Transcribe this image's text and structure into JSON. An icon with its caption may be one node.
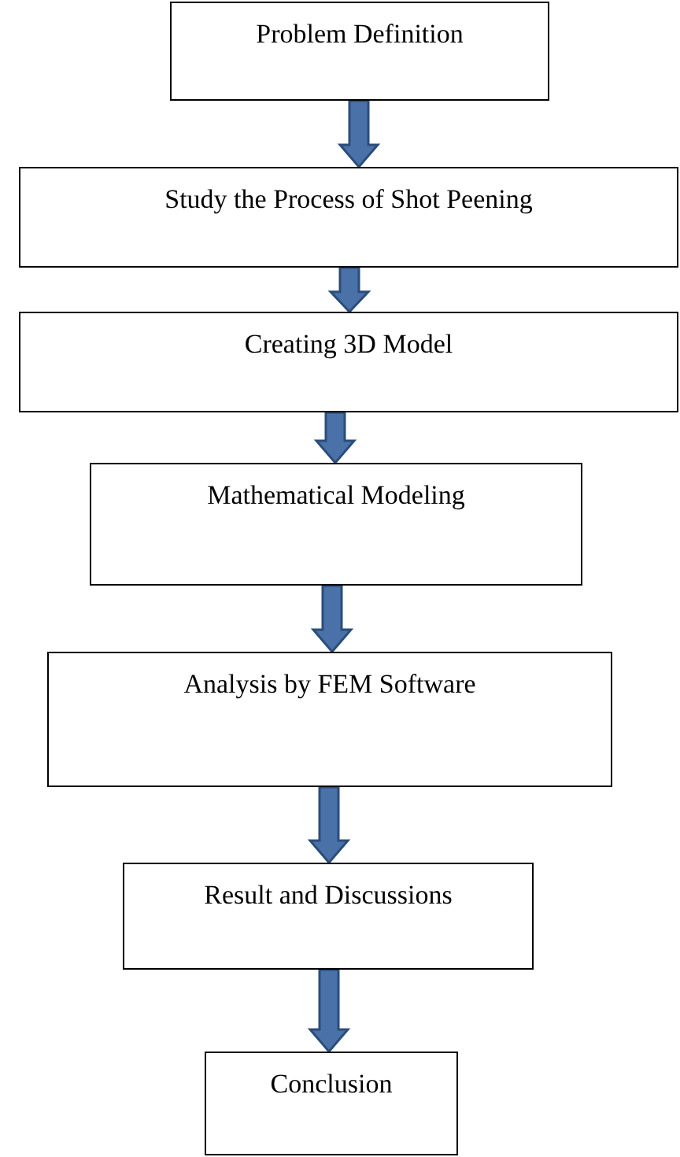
{
  "diagram": {
    "nodes": [
      {
        "text": [
          "Problem Definition"
        ]
      },
      {
        "text": [
          "Study the Process of Shot Peening"
        ]
      },
      {
        "text": [
          "Creating 3D Model"
        ]
      },
      {
        "text": [
          "Mathematical Modeling"
        ]
      },
      {
        "text": [
          "Analysis by FEM Software"
        ]
      },
      {
        "text": [
          "Result and Discussions"
        ]
      },
      {
        "text": [
          "Conclusion"
        ]
      }
    ],
    "edges": [
      {
        "from": 0,
        "to": 1,
        "arrow": "to",
        "style": "thick"
      },
      {
        "from": 1,
        "to": 2,
        "arrow": "to",
        "style": "thick"
      },
      {
        "from": 2,
        "to": 3,
        "arrow": "to",
        "style": "thick"
      },
      {
        "from": 3,
        "to": 4,
        "arrow": "to",
        "style": "thick"
      },
      {
        "from": 4,
        "to": 5,
        "arrow": "to",
        "style": "thick"
      },
      {
        "from": 5,
        "to": 6,
        "arrow": "to",
        "style": "thick"
      }
    ]
  }
}
